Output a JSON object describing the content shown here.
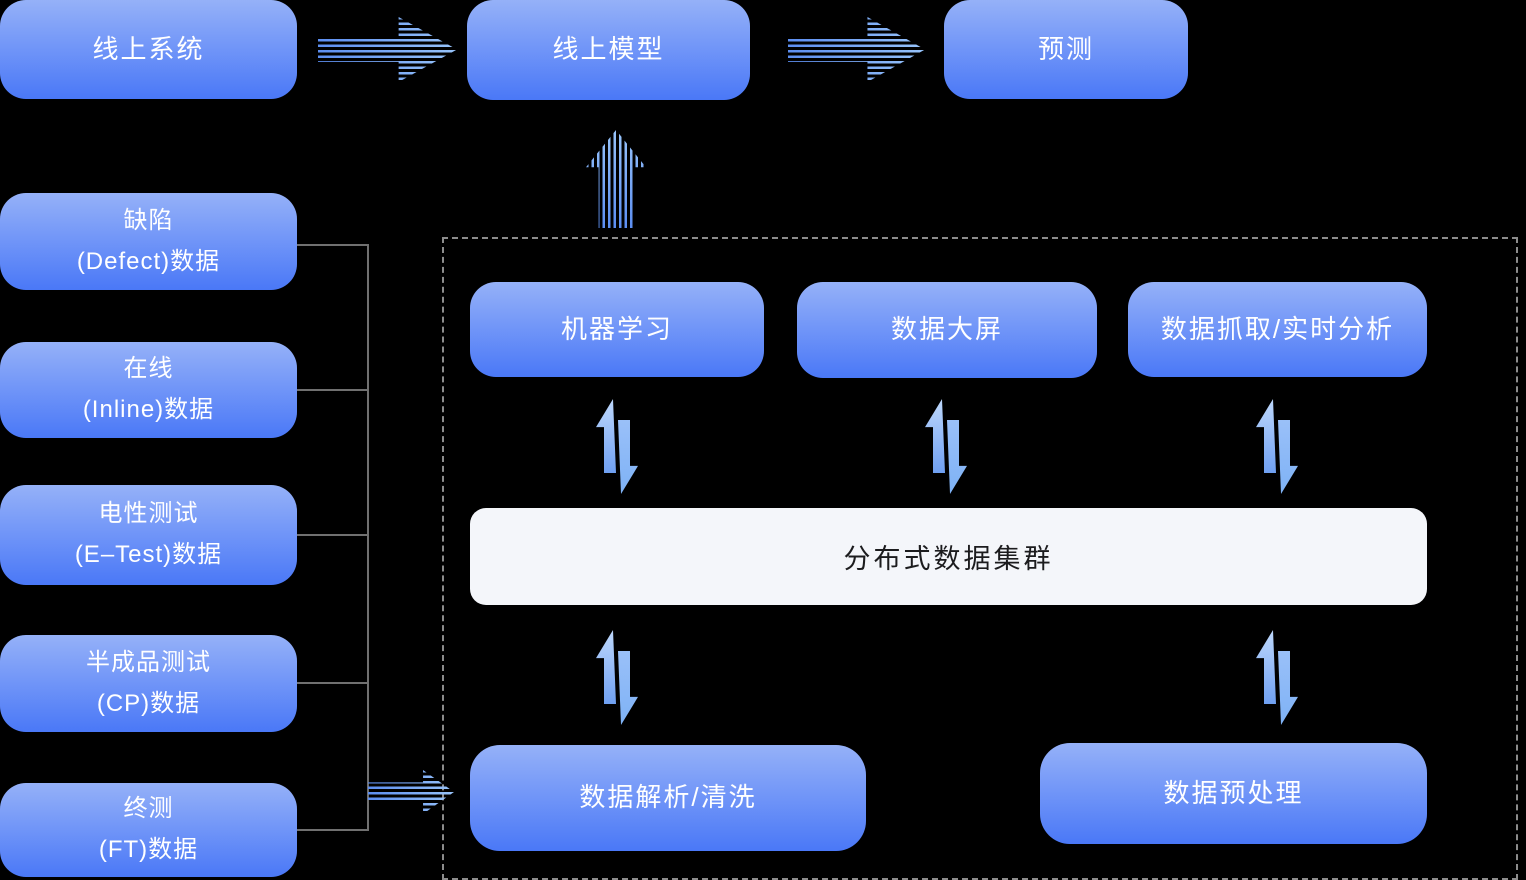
{
  "top_flow": {
    "system": "线上系统",
    "model": "线上模型",
    "predict": "预测"
  },
  "data_sources": [
    {
      "line1": "缺陷",
      "line2": "(Defect)数据"
    },
    {
      "line1": "在线",
      "line2": "(Inline)数据"
    },
    {
      "line1": "电性测试",
      "line2": "(E–Test)数据"
    },
    {
      "line1": "半成品测试",
      "line2": "(CP)数据"
    },
    {
      "line1": "终测",
      "line2": "(FT)数据"
    }
  ],
  "platform": {
    "ml": "机器学习",
    "dashboard": "数据大屏",
    "capture": "数据抓取/实时分析",
    "cluster": "分布式数据集群",
    "parse": "数据解析/清洗",
    "preprocess": "数据预处理"
  },
  "icons": {
    "flow_right": "striped-right-arrow",
    "flow_up": "striped-up-arrow",
    "sync": "up-down-arrows"
  },
  "colors": {
    "box_gradient_top": "#95B1F8",
    "box_gradient_bottom": "#4A78F7",
    "box_text": "#FFFFFF",
    "cluster_bg": "#F4F6FA",
    "cluster_text": "#1C1C1E",
    "connector": "#707070",
    "dashed_border": "#8C8C8C",
    "stripe_dark": "#5C8EF1",
    "stripe_light": "#98C4FA",
    "sync_up_top": "#BED8FC",
    "sync_up_bottom": "#6FA0F2",
    "sync_down_top": "#9AC0F8",
    "sync_down_bottom": "#7EB2F6"
  }
}
